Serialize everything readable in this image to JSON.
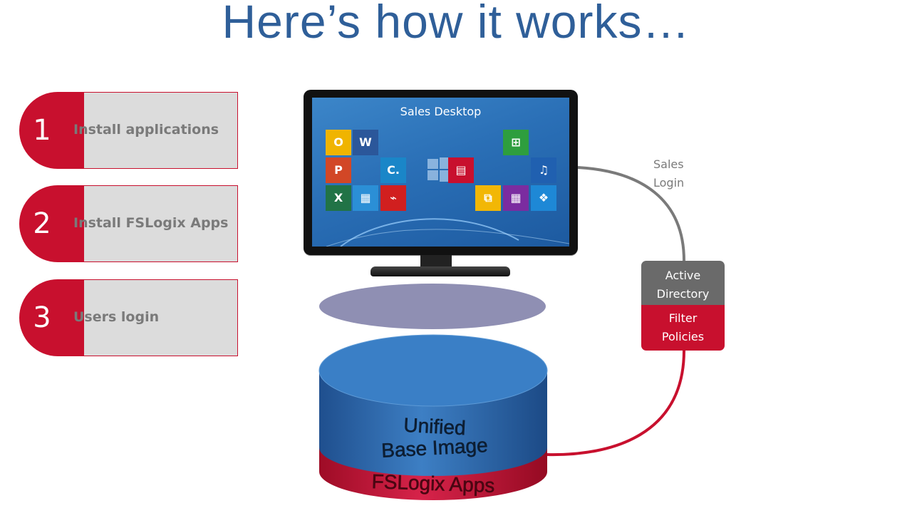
{
  "title": "Here’s how it works…",
  "steps": [
    {
      "number": "1",
      "label": "Install applications"
    },
    {
      "number": "2",
      "label": "Install FSLogix Apps"
    },
    {
      "number": "3",
      "label": "Users login"
    }
  ],
  "desktop": {
    "title": "Sales Desktop",
    "tiles": {
      "outlook": "O",
      "word": "W",
      "powerpoint": "P",
      "excel": "X",
      "calculator": "▦",
      "acrobat": "⌁",
      "ccleaner": "C.",
      "store": "⊞",
      "music": "♫",
      "news": "▤",
      "vmware": "⧉",
      "maps": "▦",
      "dropbox": "❖"
    }
  },
  "login_label": {
    "line1": "Sales",
    "line2": "Login"
  },
  "directory": {
    "top_line1": "Active",
    "top_line2": "Directory",
    "bottom_line1": "Filter",
    "bottom_line2": "Policies"
  },
  "cylinder": {
    "line1": "Unified",
    "line2": "Base Image",
    "band": "FSLogix Apps"
  },
  "colors": {
    "title": "#2f5f99",
    "accent_red": "#c8102e",
    "step_box": "#dcdcdc",
    "cylinder_blue": "#2f6db3",
    "filter_disc": "#8f8fb3",
    "directory_grey": "#6a6a6a"
  }
}
